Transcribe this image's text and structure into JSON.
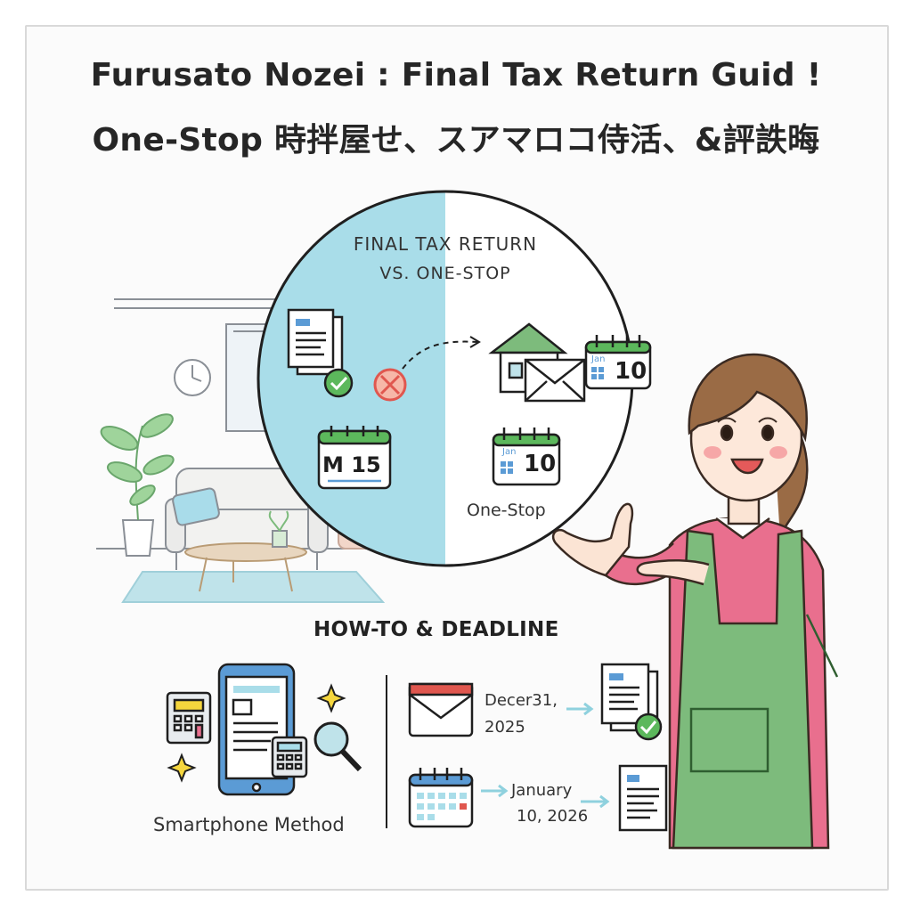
{
  "header": {
    "title_line1": "Furusato Nozei : Final Tax Return Guid !",
    "title_line2": "One-Stop 時拌屋せ、スアマロコ侍活、&評詄晦"
  },
  "comparison": {
    "title": "FINAL TAX RETURN",
    "subtitle": "VS. ONE-STOP",
    "left_calendar": "M 15",
    "right_calendar_month": "Jan",
    "right_calendar_day": "10",
    "onestop_calendar_month": "Jan",
    "onestop_calendar_day": "10",
    "onestop_label": "One-Stop"
  },
  "howto": {
    "heading": "HOW-TO & DEADLINE",
    "method_label": "Smartphone Method",
    "deadline1_line1": "Decer31,",
    "deadline1_line2": "2025",
    "deadline2_line1": "January",
    "deadline2_line2": "10, 2026"
  },
  "colors": {
    "accent_blue": "#a9dde9",
    "apron_green": "#7dbb7c",
    "sweater_pink": "#e96f8e",
    "check_green": "#5cb85c",
    "cross_red": "#e0574f"
  }
}
